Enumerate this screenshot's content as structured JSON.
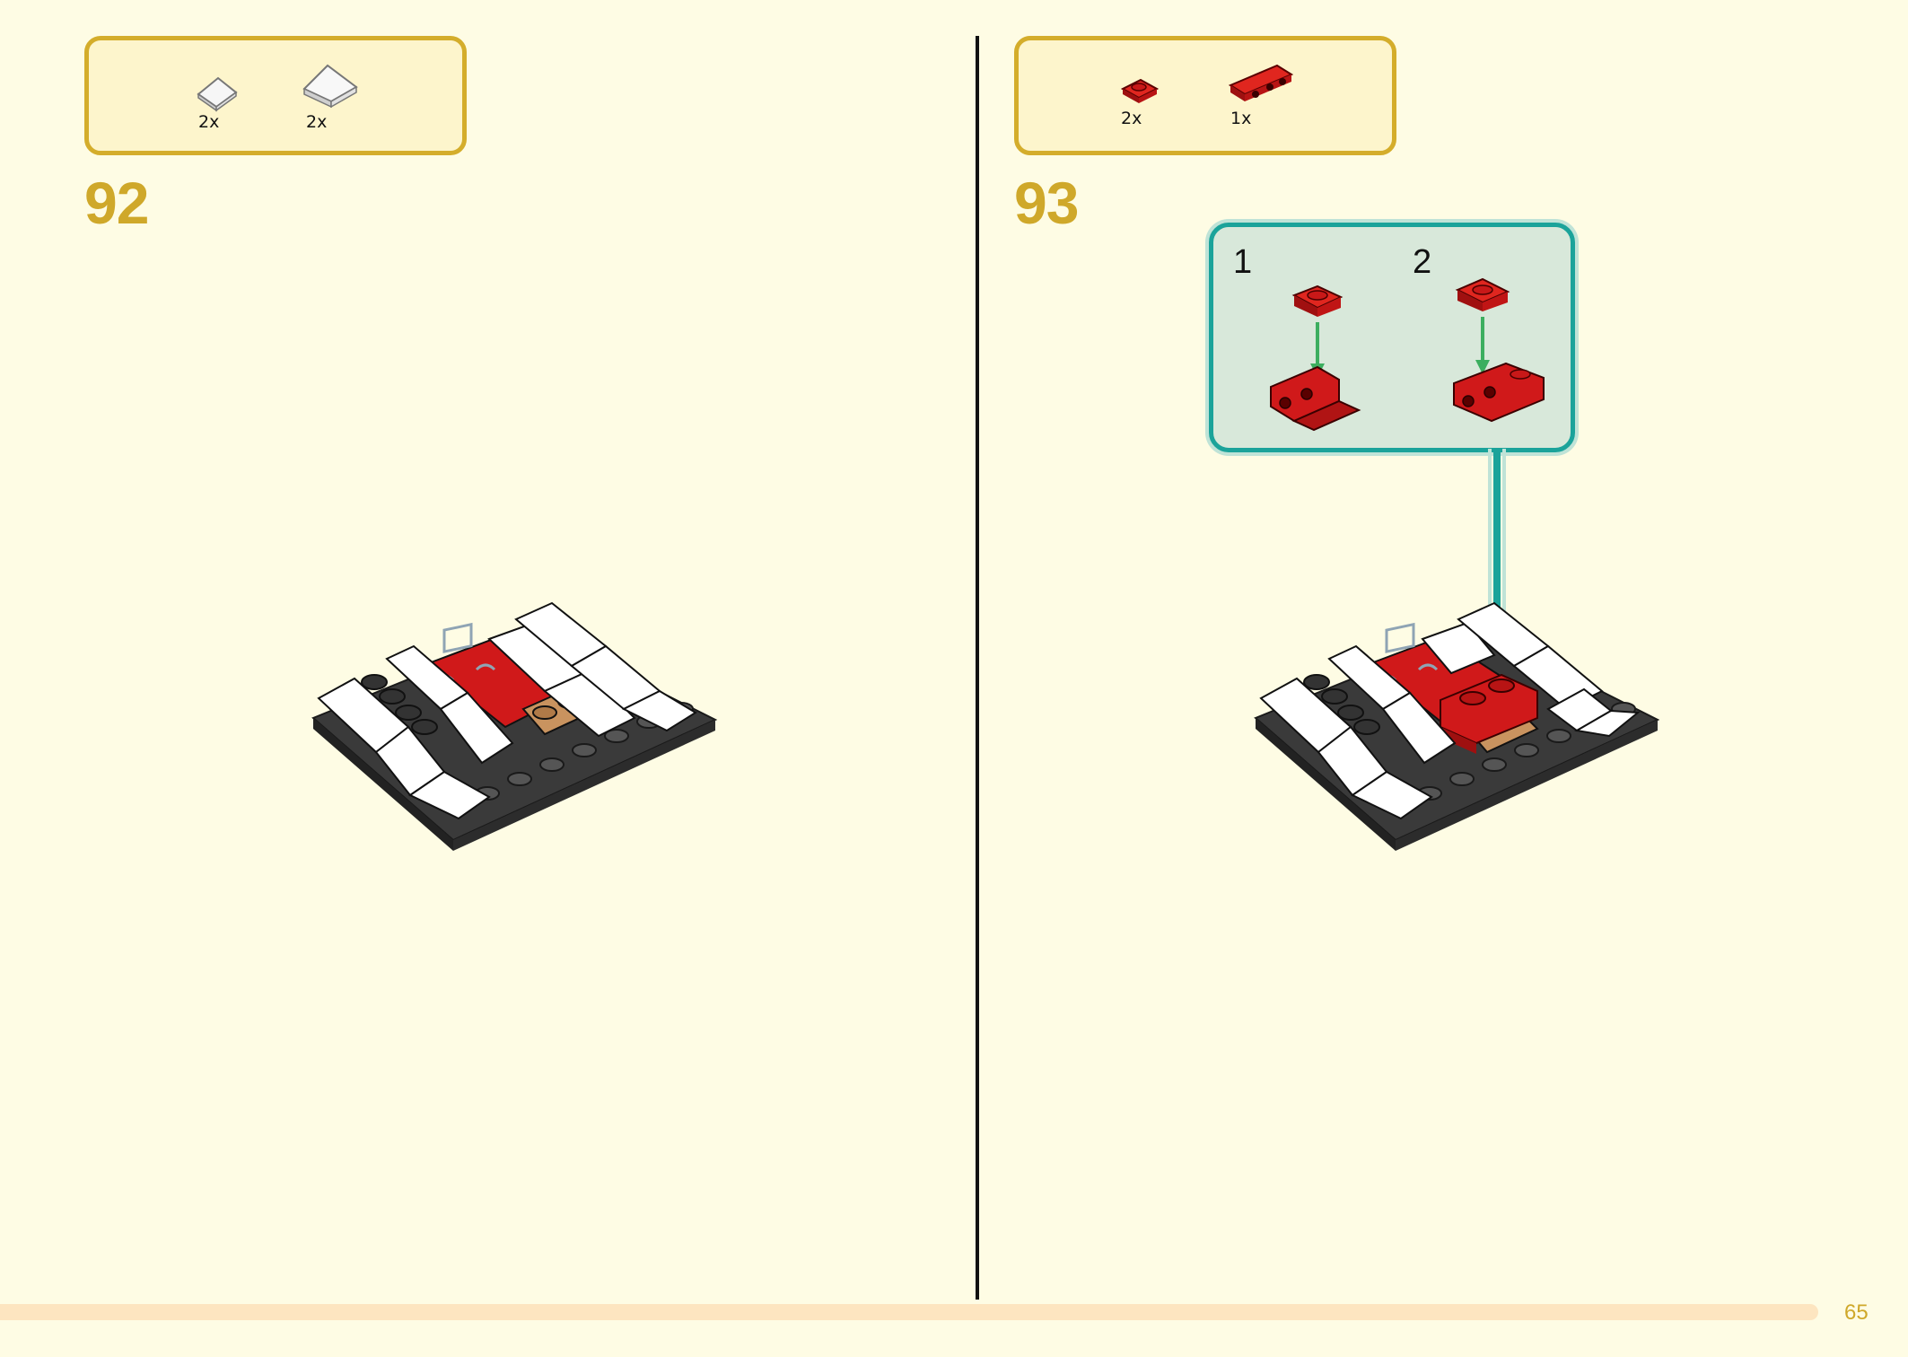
{
  "left_step": {
    "number": "92",
    "parts": [
      {
        "icon": "white-slope-1x1-icon",
        "quantity": "2x"
      },
      {
        "icon": "white-slope-2x2-icon",
        "quantity": "2x"
      }
    ]
  },
  "right_step": {
    "number": "93",
    "parts": [
      {
        "icon": "red-plate-1x2-icon",
        "quantity": "2x"
      },
      {
        "icon": "red-bracket-plate-icon",
        "quantity": "1x"
      }
    ],
    "callout": {
      "substeps": [
        {
          "number": "1"
        },
        {
          "number": "2"
        }
      ]
    }
  },
  "footer": {
    "page_number": "65"
  },
  "colors": {
    "background": "#fefce4",
    "accent_gold": "#d4ad2b",
    "callout_teal": "#1ba39a",
    "brick_red": "#d0191a",
    "baseplate_dark": "#333333"
  }
}
